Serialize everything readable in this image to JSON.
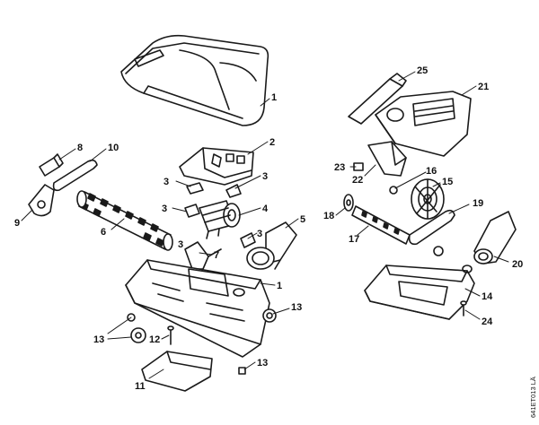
{
  "diagram": {
    "drawing_code": "641ET013 LÄ",
    "callouts": [
      "1",
      "1",
      "2",
      "3",
      "3",
      "3",
      "3",
      "3",
      "4",
      "5",
      "6",
      "7",
      "8",
      "9",
      "10",
      "11",
      "12",
      "13",
      "13",
      "13",
      "14",
      "15",
      "16",
      "17",
      "18",
      "19",
      "20",
      "21",
      "22",
      "23",
      "24",
      "25"
    ]
  }
}
